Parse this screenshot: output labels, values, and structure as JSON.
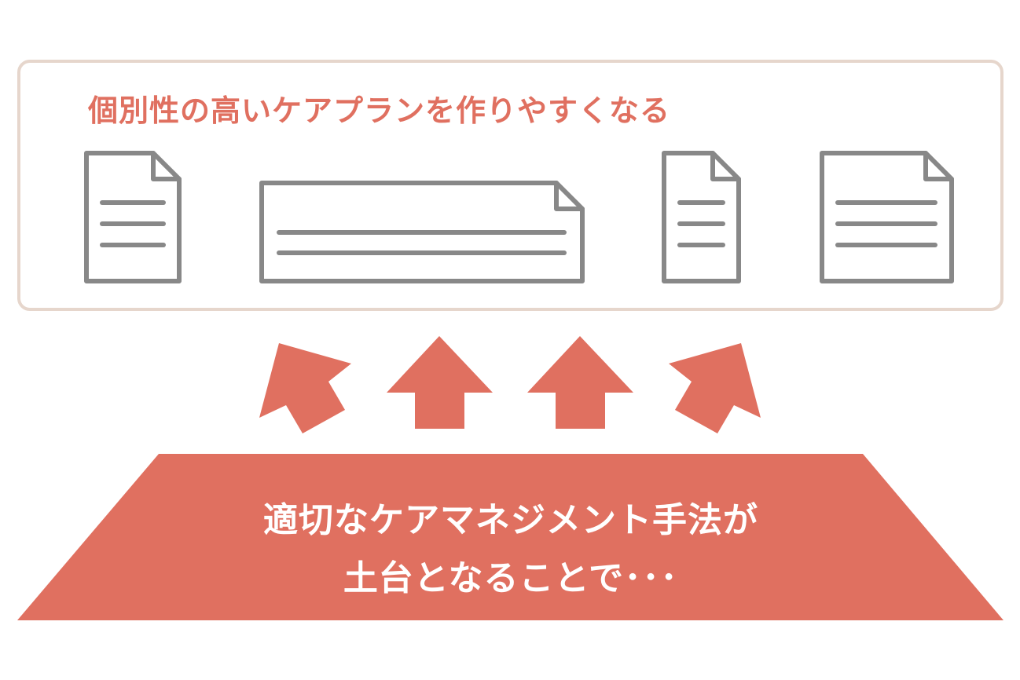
{
  "colors": {
    "accent": "#e07060",
    "panel_border": "#e6d6cc",
    "doc_stroke": "#888888",
    "base_text": "#ffffff"
  },
  "outcome": {
    "heading": "個別性の高いケアプランを作りやすくなる",
    "documents": [
      "document-icon",
      "document-wide-icon",
      "document-icon",
      "document-icon"
    ]
  },
  "foundation": {
    "line1": "適切なケアマネジメント手法が",
    "line2": "土台となることで･･･"
  },
  "arrows": [
    "arrow-up-left-icon",
    "arrow-up-icon",
    "arrow-up-icon",
    "arrow-up-right-icon"
  ]
}
